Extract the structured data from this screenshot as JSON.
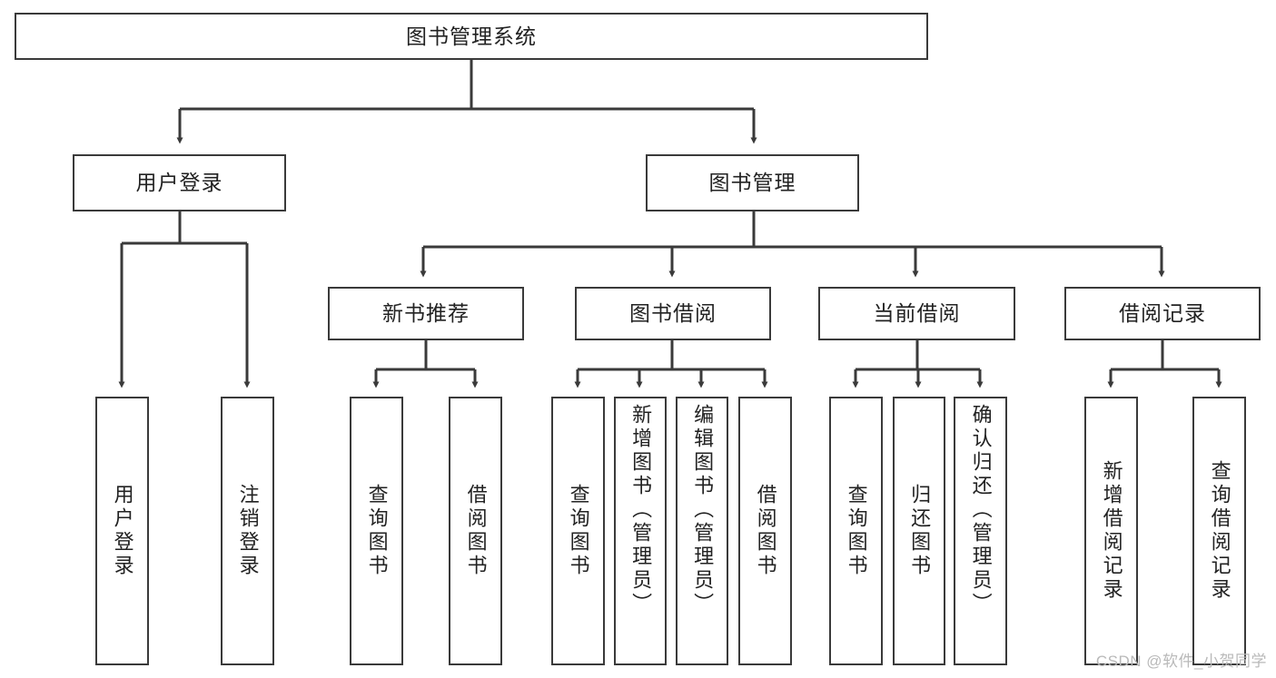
{
  "diagram": {
    "type": "tree-hierarchy",
    "title": "图书管理系统",
    "root": {
      "id": "root",
      "label": "图书管理系统"
    },
    "level2": [
      {
        "id": "user-login",
        "label": "用户登录"
      },
      {
        "id": "book-manage",
        "label": "图书管理"
      }
    ],
    "level3": [
      {
        "id": "new-book-recommend",
        "label": "新书推荐",
        "parent": "book-manage"
      },
      {
        "id": "book-borrow",
        "label": "图书借阅",
        "parent": "book-manage"
      },
      {
        "id": "current-borrow",
        "label": "当前借阅",
        "parent": "book-manage"
      },
      {
        "id": "borrow-record",
        "label": "借阅记录",
        "parent": "book-manage"
      }
    ],
    "leaves": [
      {
        "id": "leaf-user-login",
        "label": "用户登录",
        "parent": "user-login"
      },
      {
        "id": "leaf-logout-login",
        "label": "注销登录",
        "parent": "user-login"
      },
      {
        "id": "leaf-query-book-1",
        "label": "查询图书",
        "parent": "new-book-recommend"
      },
      {
        "id": "leaf-borrow-book-1",
        "label": "借阅图书",
        "parent": "new-book-recommend"
      },
      {
        "id": "leaf-query-book-2",
        "label": "查询图书",
        "parent": "book-borrow"
      },
      {
        "id": "leaf-add-book",
        "label": "新增图书（管理员）",
        "parent": "book-borrow"
      },
      {
        "id": "leaf-edit-book",
        "label": "编辑图书（管理员）",
        "parent": "book-borrow"
      },
      {
        "id": "leaf-borrow-book-2",
        "label": "借阅图书",
        "parent": "book-borrow"
      },
      {
        "id": "leaf-query-book-3",
        "label": "查询图书",
        "parent": "current-borrow"
      },
      {
        "id": "leaf-return-book",
        "label": "归还图书",
        "parent": "current-borrow"
      },
      {
        "id": "leaf-confirm-return",
        "label": "确认归还（管理员）",
        "parent": "current-borrow"
      },
      {
        "id": "leaf-add-record",
        "label": "新增借阅记录",
        "parent": "borrow-record"
      },
      {
        "id": "leaf-query-record",
        "label": "查询借阅记录",
        "parent": "borrow-record"
      }
    ],
    "colors": {
      "stroke": "#3a3a3a",
      "text": "#222222",
      "background": "#ffffff",
      "watermark": "#b9b9b9"
    }
  },
  "watermark": {
    "text": "CSDN @软件_小贺同学"
  }
}
